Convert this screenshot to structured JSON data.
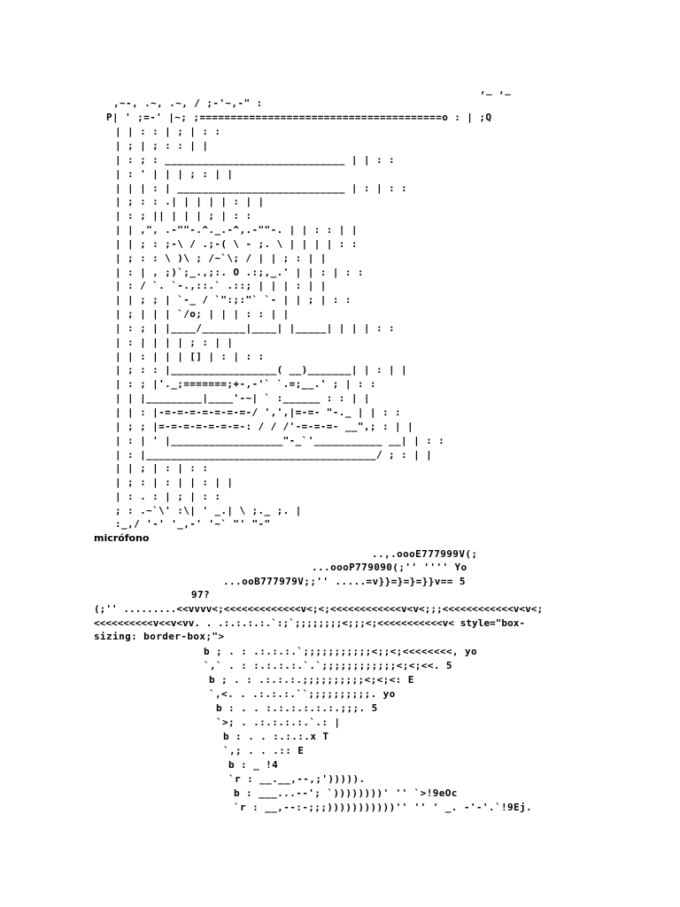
{
  "art_top": [
    ",_ ,_",
    ",~-, .~, .~, / ;-'~,-\" :",
    "P| ' ;=-' |~; ;=======================================o : | ;Q",
    "| | : : | ; | : :",
    "| ; | ; : : | |",
    "| : ; : _____________________________ | | : :",
    "| : ' | | | ; : | |",
    "| | | : | ___________________________ | : | : :",
    "| ; : : .| | | | | : | |",
    "| : ; || | | | ; | : :",
    "| | ,\", .-\"\"-.^._.-^,.-\"\"-. | | : : | |",
    "| | ; : ;-\\ / .;-( \\ - ;. \\ | | | | : :",
    "| ; : : \\ )\\ ; /~`\\; / | | ; : | |",
    "| : | , ;)`;_.,;:. O .:;,_.' | | : | : :",
    "| : / `. `-.,::.` .::; | | | : | |",
    "| | ; ; | `-_ / `\":;:\"` `- | | ; | : :",
    "| ; | | | `/o; | | | : : | |",
    "| : ; | |____/_______|____| |_____| | | | : :",
    "| : | | | | ; : | |",
    "| | : | | | [] | : | : :",
    "| ; : : |_________________( __)_______| | : | |",
    "| : ; |'._;=======;+-,-'` `.=;__.' ; | : :",
    "| | |_________|____'-~| ` :______ : : | |",
    "| | : |-=-=-=-=-=-=-=-/ ',',|=-=- \"-._ | | : :",
    "| ; ; |=-=-=-=-=-=-=-: / / /'-=-=-=- __\",; : | |",
    "| : | ' |__________________\"-_`'___________ __| | : :",
    "| : |_____________________________________/ ; : | |",
    "| | ; | : | : :",
    "| ; : | : | | : | |",
    "| : . : | ; | : :",
    "; : .~`\\' :\\| ' _.| \\ ;._ ;. |",
    ":_,/ '-' '_,-' '~` \"' \"-\""
  ],
  "caption": "micrófono",
  "art_bottom": [
    "..,.oooE777999V(;",
    "...oooP779090(;'' '''' Yo",
    "...ooB777979V;;'' .....=v}}=}=}=}}v== 5",
    "97?",
    "(;'' .........<<vvvv<;<<<<<<<<<<<<<v<;<;<<<<<<<<<<<<v<v<;;;<<<<<<<<<<<<v<v<;",
    "<<<<<<<<<<v<<v<vv. . .:.:.:.:.`:;`;;;;;;;;<;;;<;<<<<<<<<<<<v< style=\"box-",
    "sizing: border-box;\">",
    "b ; . : .:.:.:.`;;;;;;;;;;;<;;<;<<<<<<<<, yo",
    "`,` . : :.:.:.:.`.`;;;;;;;;;;;;<;<;<<. 5",
    "b ; . : .:.:.:.;;;;;;;;;;<;<;<: E",
    "`,<. . .:.:.:.``;;;;;;;;;;. yo",
    "b : . . :.:.:.:.:.:.;;;. 5",
    "`>; . .:.:.:.:.`.: |",
    "b : . . :.:.:.x T",
    "`,; . . .:: E",
    "b : _ !4",
    "`r : __.__,--,;'))))).",
    "b : ___...--'; `))))))))' '' `>!9eOc",
    "`r : __,--:-;;;)))))))))))'' '' ' _. -'-'.`!9Ej."
  ]
}
